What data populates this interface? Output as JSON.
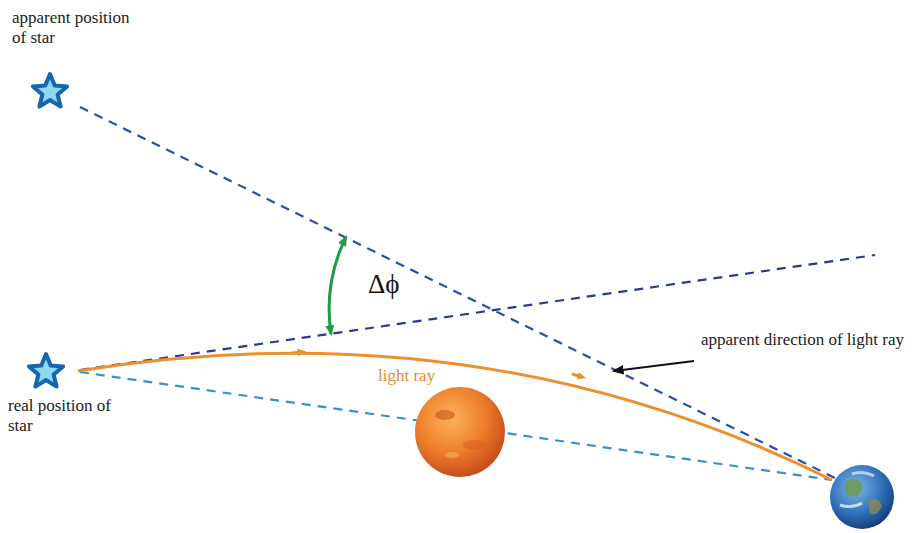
{
  "diagram": {
    "labels": [
      "apparent position of star",
      "real position of star",
      "Δϕ",
      "light ray",
      "apparent direction of light ray"
    ]
  }
}
